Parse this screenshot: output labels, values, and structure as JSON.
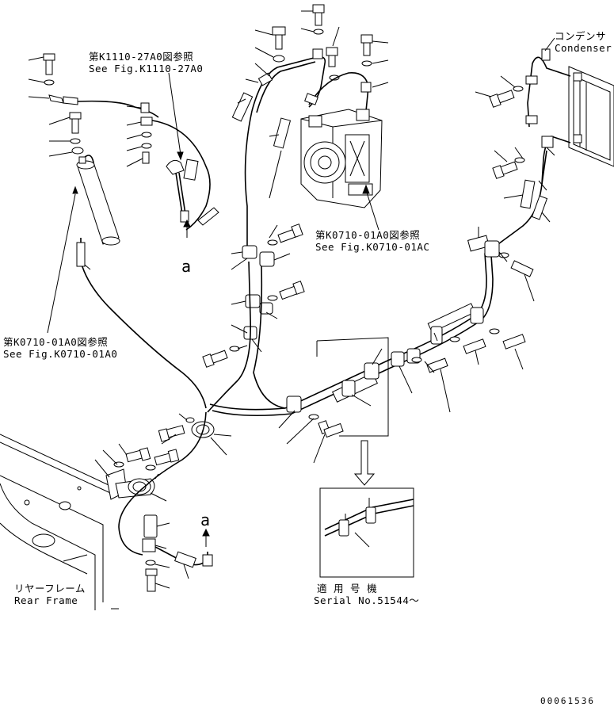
{
  "labels": {
    "ref_k1110_jp": "第K1110-27A0図参照",
    "ref_k1110_en": "See Fig.K1110-27A0",
    "ref_k0710_right_jp": "第K0710-01A0図参照",
    "ref_k0710_right_en": "See Fig.K0710-01AC",
    "ref_k0710_left_jp": "第K0710-01A0図参照",
    "ref_k0710_left_en": "See Fig.K0710-01A0",
    "condenser_jp": "コンデンサ",
    "condenser_en": "Condenser",
    "rear_frame_jp": "リヤーフレーム",
    "rear_frame_en": "Rear Frame",
    "serial_jp": "適 用 号 機",
    "serial_en": "Serial No.51544～",
    "marker_a_top": "a",
    "marker_a_bottom": "a",
    "drawing_number": "00061536"
  }
}
